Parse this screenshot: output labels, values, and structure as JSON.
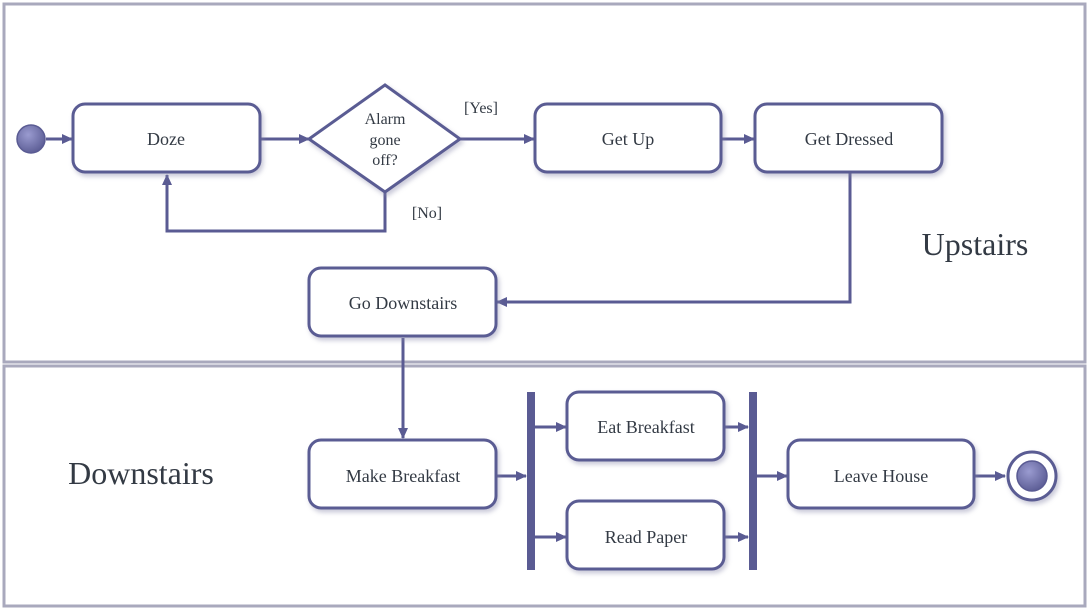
{
  "lanes": {
    "upstairs": "Upstairs",
    "downstairs": "Downstairs"
  },
  "nodes": {
    "doze": "Doze",
    "decision_line1": "Alarm",
    "decision_line2": "gone",
    "decision_line3": "off?",
    "get_up": "Get Up",
    "get_dressed": "Get Dressed",
    "go_downstairs": "Go Downstairs",
    "make_breakfast": "Make Breakfast",
    "eat_breakfast": "Eat Breakfast",
    "read_paper": "Read Paper",
    "leave_house": "Leave House"
  },
  "guards": {
    "yes": "[Yes]",
    "no": "[No]"
  },
  "colors": {
    "stroke": "#5a5b93",
    "node_fill": "#ffffff",
    "lane_border": "#a9a9bd",
    "text": "#333a44"
  }
}
